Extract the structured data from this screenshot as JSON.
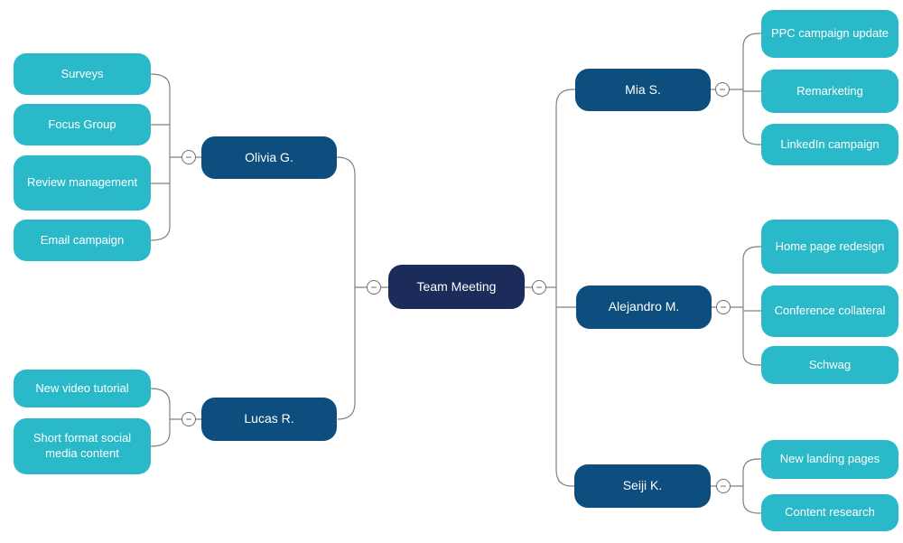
{
  "mindmap": {
    "collapse_glyph": "−",
    "root": {
      "label": "Team Meeting"
    },
    "left_branches": [
      {
        "label": "Olivia G.",
        "children": [
          {
            "label": "Surveys"
          },
          {
            "label": "Focus Group"
          },
          {
            "label": "Review management"
          },
          {
            "label": "Email campaign"
          }
        ]
      },
      {
        "label": "Lucas R.",
        "children": [
          {
            "label": "New video tutorial"
          },
          {
            "label": "Short format social media content"
          }
        ]
      }
    ],
    "right_branches": [
      {
        "label": "Mia S.",
        "children": [
          {
            "label": "PPC campaign update"
          },
          {
            "label": "Remarketing"
          },
          {
            "label": "LinkedIn campaign"
          }
        ]
      },
      {
        "label": "Alejandro M.",
        "children": [
          {
            "label": "Home page redesign"
          },
          {
            "label": "Conference collateral"
          },
          {
            "label": "Schwag"
          }
        ]
      },
      {
        "label": "Seiji K.",
        "children": [
          {
            "label": "New landing pages"
          },
          {
            "label": "Content research"
          }
        ]
      }
    ]
  },
  "colors": {
    "root_fill": "#1b2c5a",
    "branch_fill": "#0d4e7e",
    "subtopic_fill": "#2ab9c8",
    "node_text": "#ffffff",
    "connector": "#808080",
    "canvas_background": "#ffffff"
  }
}
